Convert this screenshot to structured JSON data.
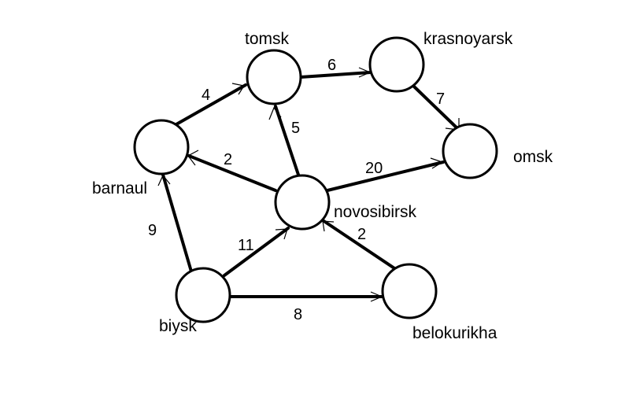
{
  "graph": {
    "nodes": [
      {
        "id": "tomsk",
        "label": "tomsk"
      },
      {
        "id": "krasnoyarsk",
        "label": "krasnoyarsk"
      },
      {
        "id": "barnaul",
        "label": "barnaul"
      },
      {
        "id": "omsk",
        "label": "omsk"
      },
      {
        "id": "novosibirsk",
        "label": "novosibirsk"
      },
      {
        "id": "biysk",
        "label": "biysk"
      },
      {
        "id": "belokurikha",
        "label": "belokurikha"
      }
    ],
    "edges": [
      {
        "from": "barnaul",
        "to": "tomsk",
        "weight": "4"
      },
      {
        "from": "tomsk",
        "to": "krasnoyarsk",
        "weight": "6"
      },
      {
        "from": "krasnoyarsk",
        "to": "omsk",
        "weight": "7"
      },
      {
        "from": "novosibirsk",
        "to": "tomsk",
        "weight": "5"
      },
      {
        "from": "novosibirsk",
        "to": "barnaul",
        "weight": "2"
      },
      {
        "from": "novosibirsk",
        "to": "omsk",
        "weight": "20"
      },
      {
        "from": "biysk",
        "to": "barnaul",
        "weight": "9"
      },
      {
        "from": "biysk",
        "to": "novosibirsk",
        "weight": "11"
      },
      {
        "from": "belokurikha",
        "to": "novosibirsk",
        "weight": "2"
      },
      {
        "from": "biysk",
        "to": "belokurikha",
        "weight": "8"
      }
    ]
  }
}
